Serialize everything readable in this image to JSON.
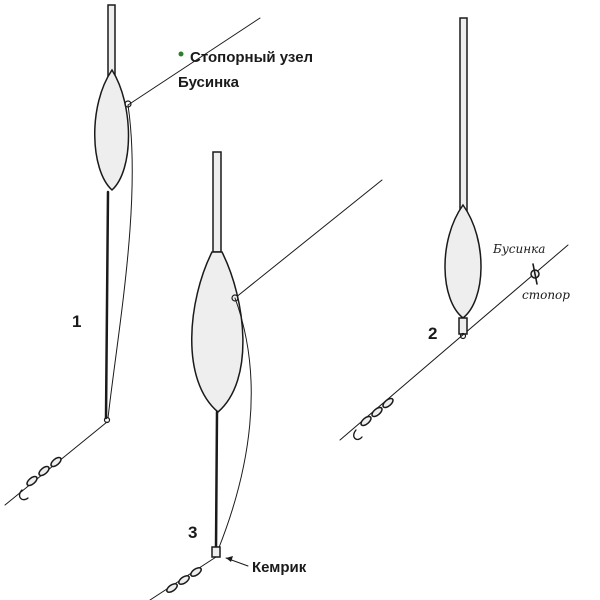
{
  "labels": {
    "stopor_uzel": "Стопорный узел",
    "businka": "Бусинка",
    "businka_hand": "Бусинка",
    "stopor_hand": "стопор",
    "kembrik": "Кемрик"
  },
  "numbers": {
    "float1": "1",
    "float2": "2",
    "float3": "3"
  },
  "colors": {
    "ink": "#1a1a1a",
    "knot": "#2e7d32"
  }
}
